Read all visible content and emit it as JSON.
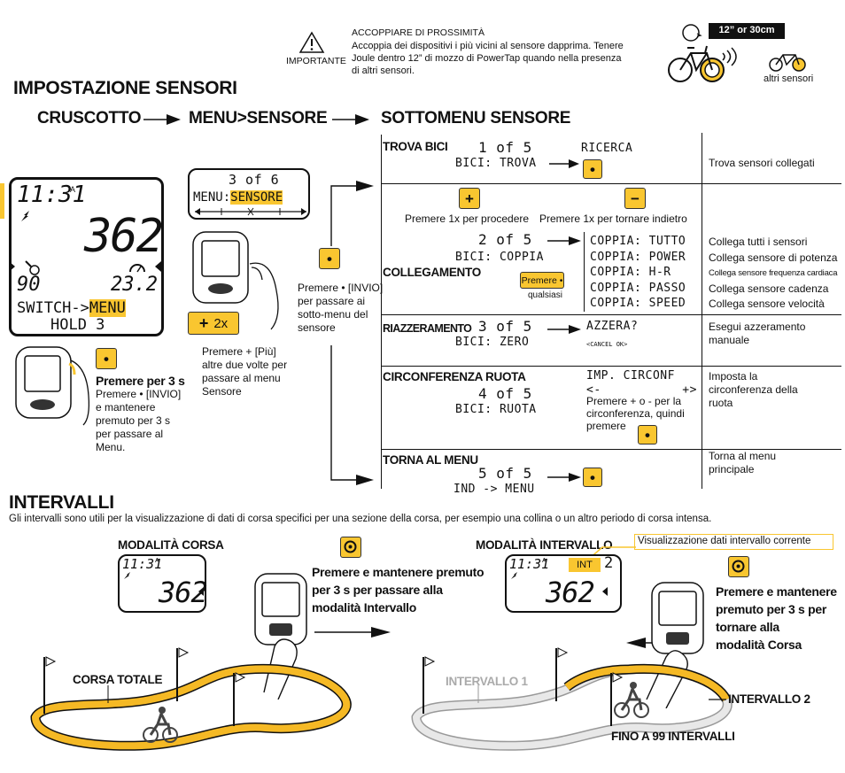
{
  "colors": {
    "accent": "#f9c630",
    "ink": "#111111",
    "track": "#f5b925",
    "track_grey": "#cfcfcf"
  },
  "important": {
    "label": "IMPORTANTE",
    "title": "ACCOPPIARE DI PROSSIMITÀ",
    "text_lines": [
      "Accoppia dei dispositivi i più vicini al sensore dapprima. Tenere",
      "Joule dentro 12” di mozzo di PowerTap quando nella presenza",
      "di altri sensori."
    ],
    "distance_badge": "12” or 30cm",
    "other_sensors": "altri sensori"
  },
  "setup": {
    "title": "IMPOSTAZIONE SENSORI",
    "flow": [
      "CRUSCOTTO",
      "MENU>SENSORE",
      "SOTTOMENU SENSORE"
    ],
    "dash_lcd": {
      "time": "11:31",
      "am": "A",
      "power": "362",
      "left_val": "90",
      "right_val": "23.2",
      "line1_pre": "SWITCH->",
      "line1_hl": "MENU",
      "line2": "HOLD 3"
    },
    "menu_lcd": {
      "top": "3 of 6",
      "pre": "MENU:",
      "hl": "SENSORE"
    },
    "press3": {
      "title": "Premere per 3 s",
      "lines": [
        "Premere • [INVIO]",
        "e mantenere",
        "premuto per 3 s",
        "per passare al",
        "Menu."
      ]
    },
    "plus2x": {
      "badge": "2x",
      "lines": [
        "Premere + [Più]",
        "altre due volte per",
        "passare al menu",
        "Sensore"
      ]
    },
    "enter_note": [
      "Premere • [INVIO]",
      "per passare ai",
      "sotto-menu del",
      "sensore"
    ],
    "rows": {
      "trova": {
        "title": "TROVA BICI",
        "idx": "1 of 5",
        "lcd": "BICI:  TROVA",
        "action": "RICERCA",
        "desc": "Trova sensori collegati"
      },
      "nav": {
        "plus_text": "Premere 1x per procedere",
        "minus_text": "Premere 1x per tornare indietro"
      },
      "collegamento": {
        "title": "COLLEGAMENTO",
        "idx": "2 of 5",
        "lcd": "BICI:   COPPIA",
        "press_badge": "Premere •",
        "press_sub": "qualsiasi",
        "options": [
          "COPPIA: TUTTO",
          "COPPIA: POWER",
          "COPPIA: H-R",
          "COPPIA: PASSO",
          "COPPIA: SPEED"
        ],
        "descs": [
          "Collega tutti i sensori",
          "Collega sensore di potenza",
          "Collega sensore frequenza cardiaca",
          "Collega sensore cadenza",
          "Collega sensore velocità"
        ]
      },
      "riazz": {
        "title": "RIAZZERAMENTO",
        "idx": "3 of 5",
        "lcd": "BICI:  ZERO",
        "action": "AZZERA?",
        "action_sub": "<CANCEL    OK>",
        "desc_lines": [
          "Esegui azzeramento",
          "manuale"
        ]
      },
      "circ": {
        "title": "CIRCONFERENZA RUOTA",
        "idx": "4 of 5",
        "lcd": "BICI:  RUOTA",
        "action": "IMP. CIRCONF",
        "arrows": "<-           +>",
        "note_lines": [
          "Premere + o - per la",
          "circonferenza, quindi",
          "premere"
        ],
        "desc_lines": [
          "Imposta la",
          "circonferenza della",
          "ruota"
        ]
      },
      "torna": {
        "title": "TORNA AL MENU",
        "idx": "5 of 5",
        "lcd": "IND -> MENU",
        "desc_lines": [
          "Torna al menu",
          "principale"
        ]
      }
    }
  },
  "intervals": {
    "title": "INTERVALLI",
    "intro": "Gli intervalli sono utili per la visualizzazione di dati di corsa specifici per una sezione della corsa, per esempio una collina o un altro periodo di corsa intensa.",
    "mode_ride": {
      "title": "MODALITÀ CORSA",
      "time": "11:31",
      "am": "A",
      "power": "362"
    },
    "hold_to_interval": [
      "Premere e mantenere premuto",
      "per 3 s per passare alla",
      "modalità Intervallo"
    ],
    "mode_interval": {
      "title": "MODALITÀ INTERVALLO",
      "time": "11:31",
      "am": "A",
      "int_badge": "INT",
      "int_num": "2",
      "power": "362",
      "callout": "Visualizzazione dati intervallo corrente"
    },
    "hold_to_ride": [
      "Premere e mantenere",
      "premuto per 3 s per",
      "tornare alla",
      "modalità Corsa"
    ],
    "total_ride": "CORSA TOTALE",
    "interval1": "INTERVALLO 1",
    "interval2": "INTERVALLO 2",
    "max": "FINO A 99 INTERVALLI"
  }
}
